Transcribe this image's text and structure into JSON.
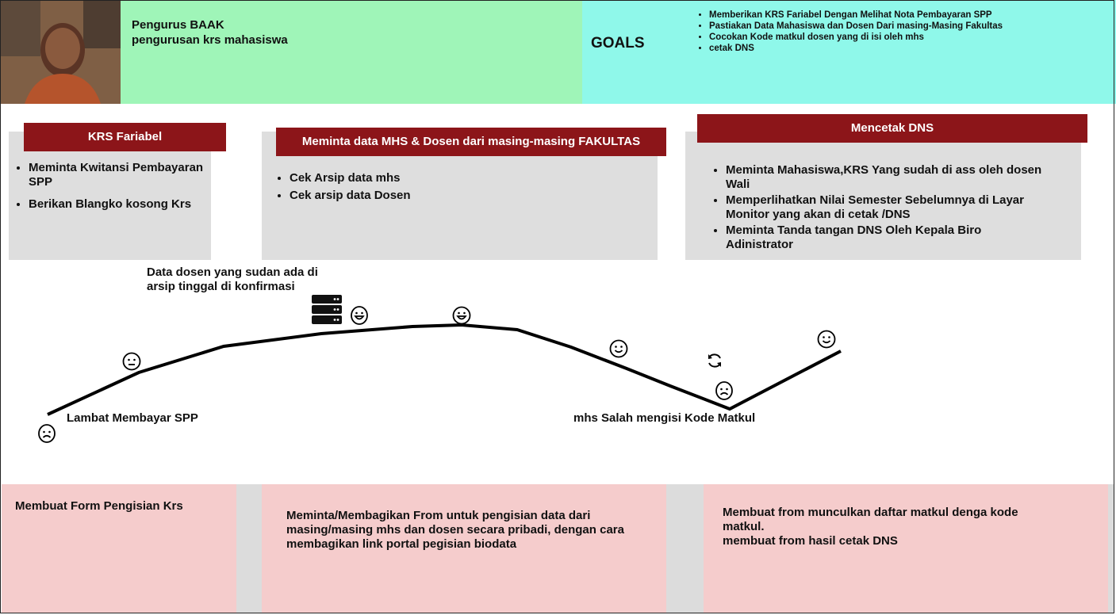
{
  "persona": {
    "photo_icon": "person-photo",
    "role_lines": [
      "Pengurus BAAK",
      "pengurusan krs mahasiswa"
    ]
  },
  "goals": {
    "title": "GOALS",
    "items": [
      "Memberikan KRS Fariabel Dengan Melihat Nota Pembayaran SPP",
      "Pastiakan Data Mahasiswa dan Dosen Dari masing-Masing Fakultas",
      "Cocokan Kode matkul dosen yang di isi oleh mhs",
      "cetak DNS"
    ]
  },
  "stages": [
    {
      "title": "KRS Fariabel",
      "items": [
        "Meminta Kwitansi Pembayaran SPP",
        "Berikan Blangko kosong Krs"
      ]
    },
    {
      "title": "Meminta data MHS & Dosen dari masing-masing FAKULTAS",
      "items": [
        "Cek Arsip data mhs",
        "Cek arsip data Dosen"
      ]
    },
    {
      "title": "Mencetak DNS",
      "items": [
        "Meminta Mahasiswa,KRS Yang sudah di ass oleh dosen Wali",
        "Memperlihatkan Nilai Semester Sebelumnya di Layar Monitor yang akan di cetak /DNS",
        "Meminta Tanda tangan DNS Oleh Kepala Biro Adinistrator"
      ]
    }
  ],
  "journey": {
    "note_top": "Data dosen yang sudan ada di arsip tinggal di konfirmasi",
    "label_left": "Lambat Membayar SPP",
    "label_right": "mhs Salah mengisi Kode Matkul",
    "icons": [
      "sad-face",
      "neutral-face",
      "server-icon",
      "happy-face",
      "happy-face",
      "smile-face",
      "refresh-icon",
      "sad-face",
      "smile-face"
    ]
  },
  "opportunities": [
    "Membuat Form Pengisian Krs",
    "Meminta/Membagikan From untuk pengisian data dari masing/masing mhs dan dosen secara pribadi, dengan cara membagikan link portal pegisian biodata",
    "Membuat from munculkan daftar matkul denga kode matkul.\nmembuat from hasil cetak DNS"
  ],
  "colors": {
    "persona_band": "#9ff5b8",
    "goals_band": "#8ff8ea",
    "stage_header": "#8c1519",
    "stage_card": "#dedede",
    "opportunity": "#f5cccc"
  }
}
